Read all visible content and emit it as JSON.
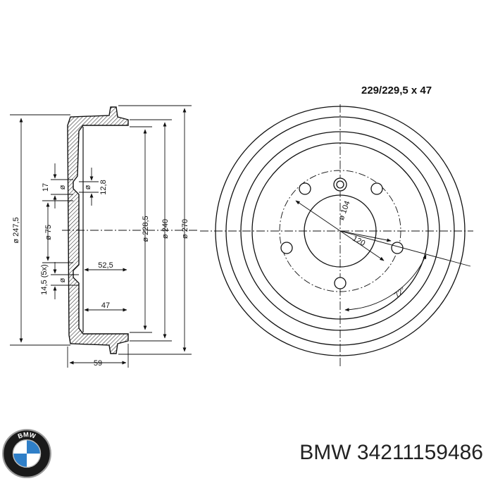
{
  "spec": "229/229,5 x 47",
  "side_dims": {
    "d247_5": "ø 247,5",
    "d17": "17",
    "ø_small_1": "ø",
    "d12_8": "12,8",
    "ø_small_2": "ø",
    "d75": "ø 75",
    "d14_5": "14,5 (5x)",
    "ø_small_3": "ø",
    "d52_5": "52,5",
    "d47": "47",
    "d59": "59",
    "d228_5": "ø 228,5",
    "d240": "ø 240",
    "d270": "ø 270"
  },
  "front_dims": {
    "d104": "ø 104",
    "d120": "120",
    "a72": "72°"
  },
  "brand": {
    "caption": "BMW 34211159486",
    "logo_letters": "BMW"
  },
  "colors": {
    "line": "#111111",
    "logo_blue": "#2f7fc8",
    "logo_ring": "#1a1a1a"
  }
}
